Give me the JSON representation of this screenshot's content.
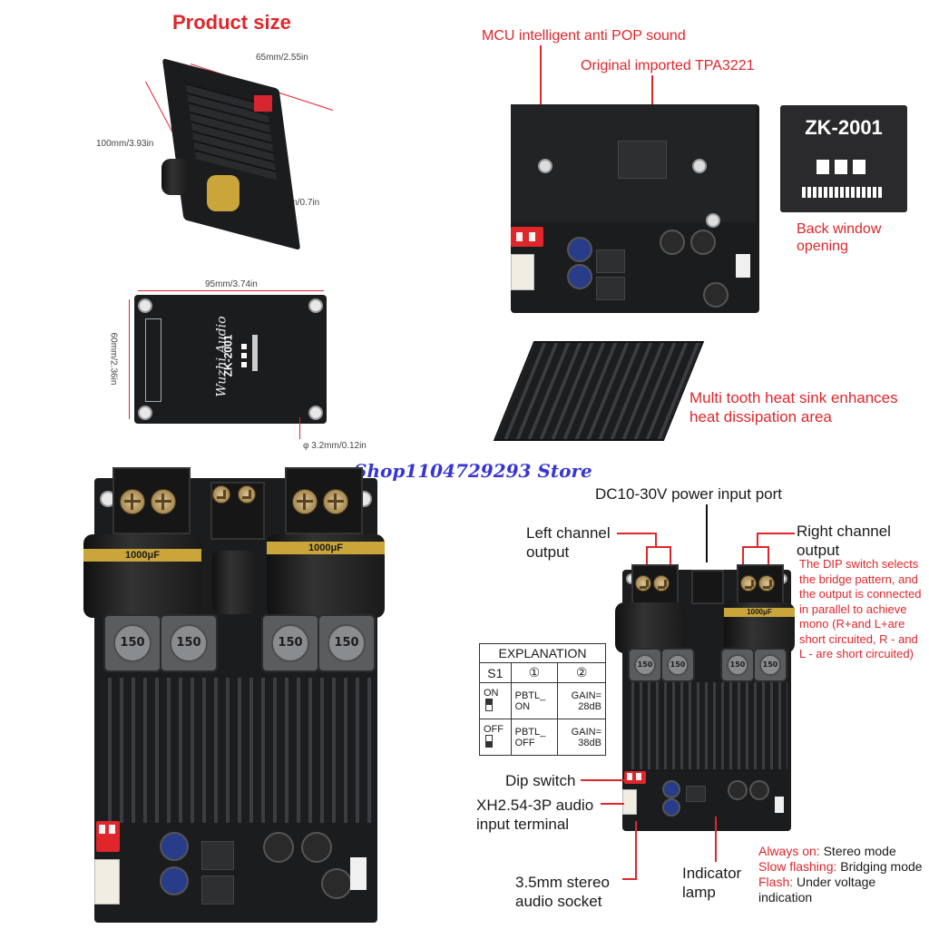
{
  "product_size": {
    "title": "Product size",
    "dim_width_top": "65mm/2.55in",
    "dim_length": "100mm/3.93in",
    "dim_height": "18mm/0.7in",
    "dim_width_bottom": "95mm/3.74in",
    "dim_depth": "60mm/2.36in",
    "dim_hole": "φ 3.2mm/0.12in",
    "board_model": "ZK-2001",
    "brand_script": "Wuzhi Audio"
  },
  "features": {
    "mcu": "MCU intelligent anti POP sound",
    "tpa": "Original imported TPA3221",
    "zk_model": "ZK-2001",
    "back_window": "Back window opening",
    "heat_sink": "Multi tooth heat sink enhances heat dissipation area"
  },
  "watermark": "Shop1104729293 Store",
  "photo_board": {
    "inductor_label": "150",
    "cap_label": "1000μF"
  },
  "annotations": {
    "dc_power": "DC10-30V power input port",
    "left_channel": "Left channel output",
    "right_channel": "Right channel output",
    "dip_note": "The DIP switch selects the bridge pattern, and the output is connected in parallel to achieve mono (R+and L+are short circuited, R - and L - are short circuited)",
    "dip_switch": "Dip switch",
    "xh_terminal": "XH2.54-3P audio input terminal",
    "audio_socket": "3.5mm stereo audio socket",
    "indicator": "Indicator lamp",
    "always_on_key": "Always on:",
    "always_on_val": "Stereo mode",
    "slow_flash_key": "Slow flashing:",
    "slow_flash_val": "Bridging mode",
    "flash_key": "Flash:",
    "flash_val": "Under voltage indication"
  },
  "explanation": {
    "title": "EXPLANATION",
    "col_s1": "S1",
    "col_1": "①",
    "col_2": "②",
    "row_on_label": "ON",
    "row_on_c1": "PBTL_ ON",
    "row_on_c2": "GAIN= 28dB",
    "row_off_label": "OFF",
    "row_off_c1": "PBTL_ OFF",
    "row_off_c2": "GAIN= 38dB"
  },
  "colors": {
    "accent_red": "#e0262b",
    "pcb": "#1b1c1e",
    "watermark_blue": "#3535d6"
  }
}
